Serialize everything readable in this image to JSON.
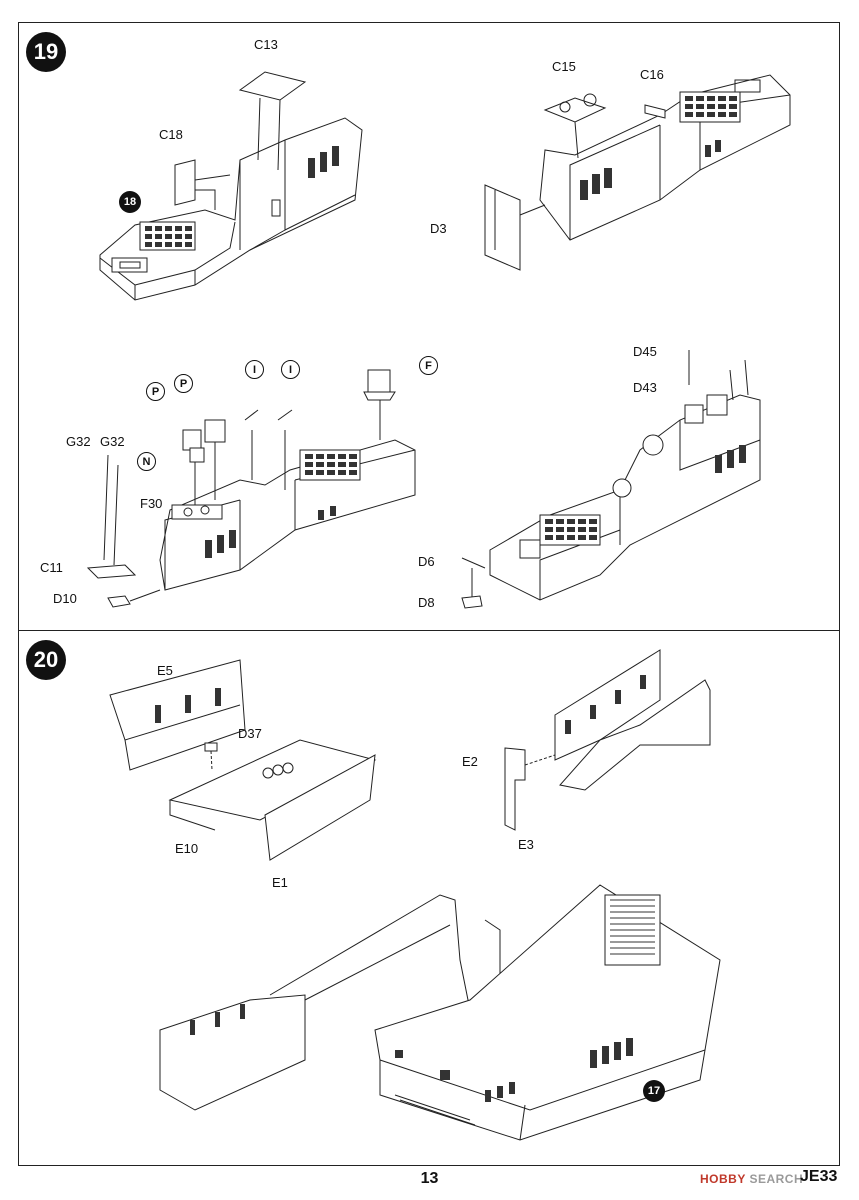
{
  "steps": {
    "step19": "19",
    "step20": "20"
  },
  "refs": {
    "ref18": "18",
    "ref17": "17"
  },
  "callouts": {
    "P1": "P",
    "P2": "P",
    "N": "N",
    "I1": "I",
    "I2": "I",
    "F": "F"
  },
  "labels": {
    "C13": "C13",
    "C18": "C18",
    "C15": "C15",
    "C16": "C16",
    "D3": "D3",
    "D45": "D45",
    "D43": "D43",
    "G32a": "G32",
    "G32b": "G32",
    "F30": "F30",
    "C11": "C11",
    "D10": "D10",
    "D6": "D6",
    "D8": "D8",
    "E5": "E5",
    "D37": "D37",
    "E10": "E10",
    "E1": "E1",
    "E2": "E2",
    "E3": "E3"
  },
  "footer": {
    "page": "13",
    "watermark_brand": "HOBBY",
    "watermark_rest": " SEARCH",
    "code": "JE33"
  },
  "colors": {
    "ink": "#111111",
    "watermark": "#9a9a9a",
    "watermark_accent": "#c0392b"
  }
}
